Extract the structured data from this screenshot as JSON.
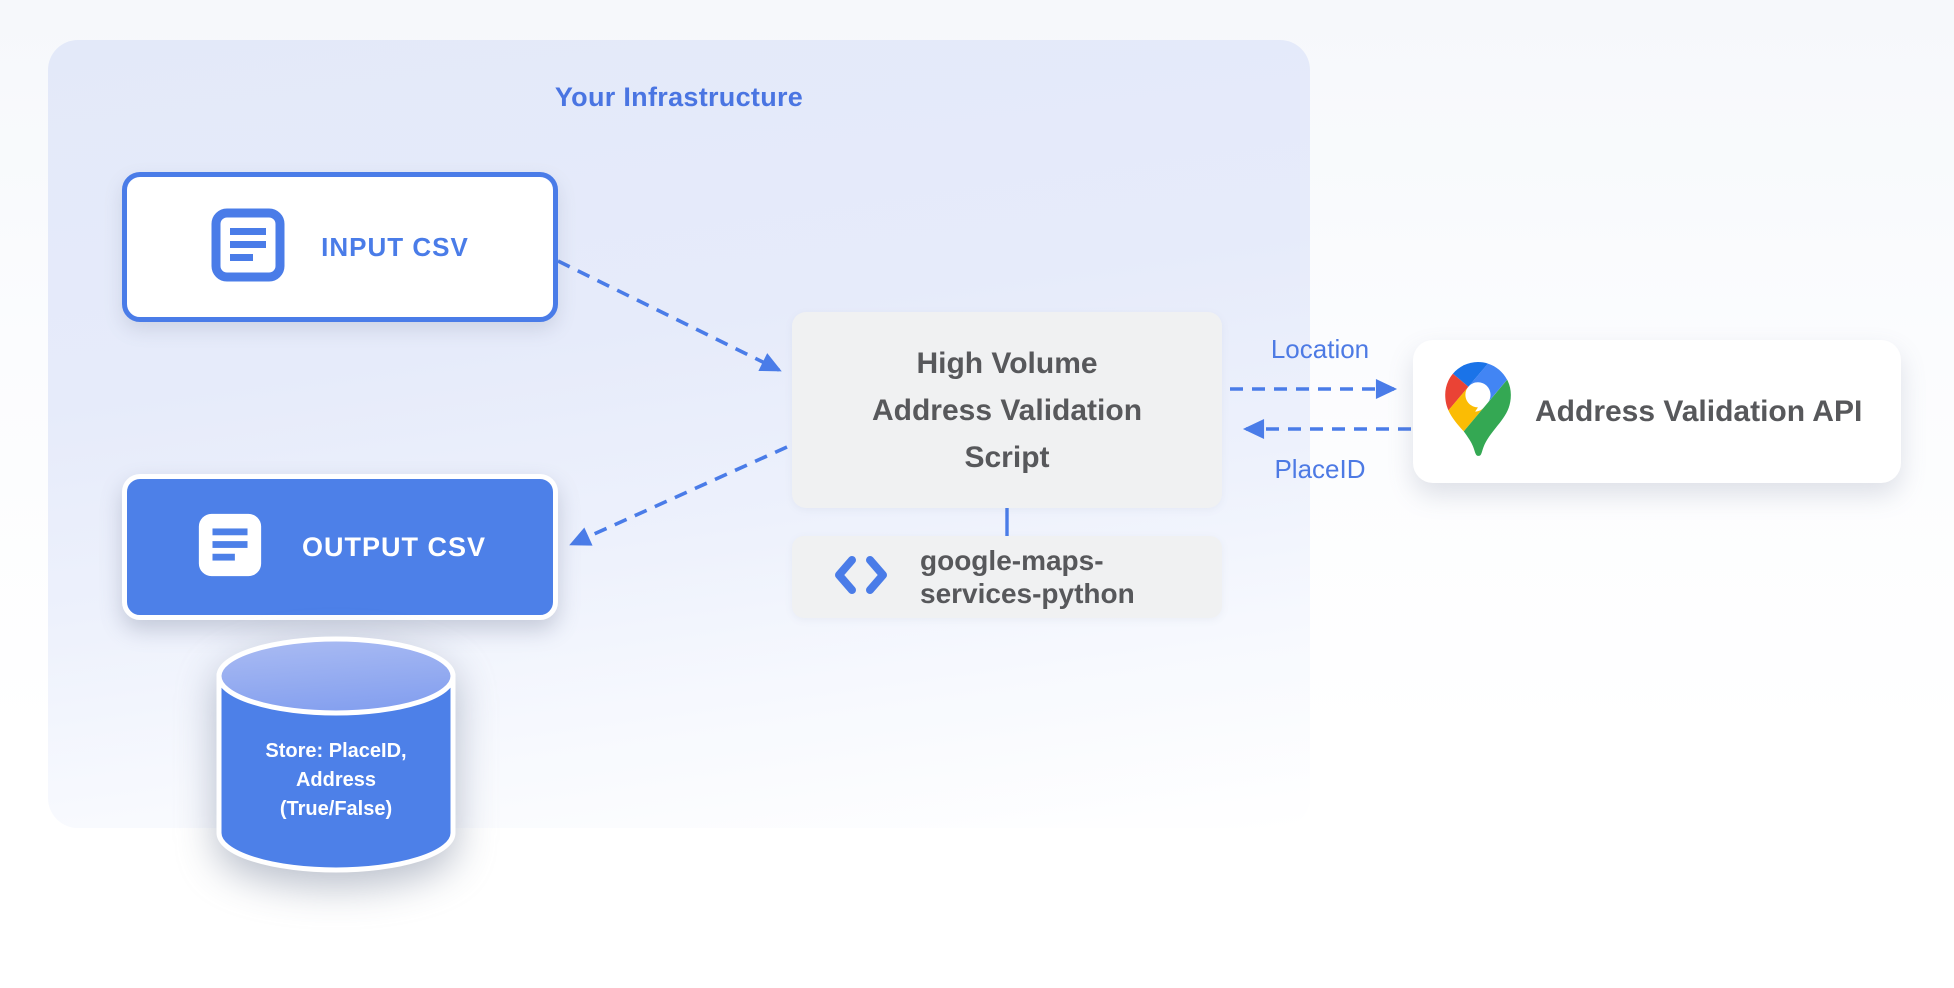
{
  "panel": {
    "title": "Your Infrastructure"
  },
  "nodes": {
    "input_csv": {
      "label": "INPUT CSV",
      "icon": "document-lines-icon"
    },
    "output_csv": {
      "label": "OUTPUT CSV",
      "icon": "document-lines-icon"
    },
    "script": {
      "lines": [
        "High Volume",
        "Address Validation",
        "Script"
      ]
    },
    "library": {
      "lines": [
        "google-maps-",
        "services-python"
      ],
      "icon": "code-icon"
    },
    "api": {
      "label": "Address Validation API",
      "icon": "google-maps-pin-icon"
    },
    "datastore": {
      "lines": [
        "Store: PlaceID,",
        "Address",
        "(True/False)"
      ]
    }
  },
  "edges": {
    "input_to_script": "dashed-arrow",
    "script_to_output": "dashed-arrow",
    "location_label": "Location",
    "placeid_label": "PlaceID"
  },
  "colors": {
    "blue": "#4a7ce8",
    "blue_fill": "#4d80e8",
    "panel_top": "#e3e9f9",
    "box_gray": "#f0f1f2",
    "text_gray": "#57585b",
    "cylinder_top_light": "#a5b8f2",
    "pin_red": "#ea4335",
    "pin_blue_dark": "#1a73e8",
    "pin_blue": "#4285f4",
    "pin_yellow": "#fbbc04",
    "pin_green": "#34a853"
  }
}
